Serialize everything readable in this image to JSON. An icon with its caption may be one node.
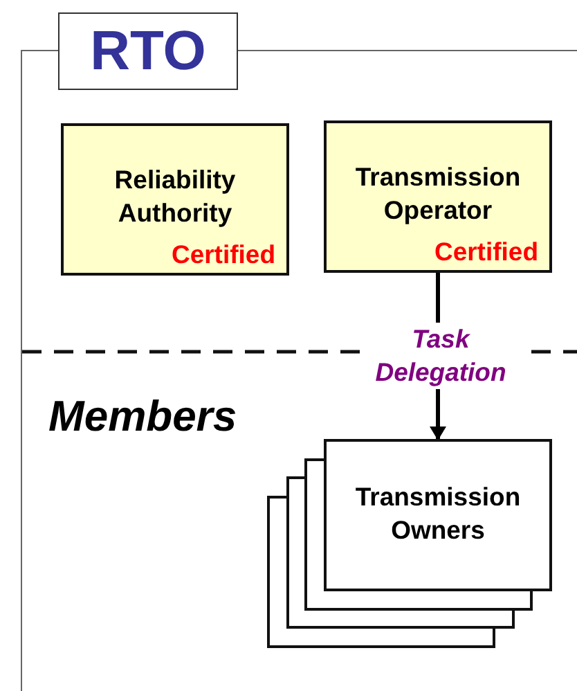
{
  "diagram": {
    "nodes": [
      {
        "text": [
          "RTO"
        ]
      },
      {
        "text": [
          "Reliability Authority",
          "Certified"
        ],
        "in": 0
      },
      {
        "text": [
          "Transmission Operator",
          "Certified"
        ],
        "in": 0
      },
      {
        "text": [
          "Transmission Owners"
        ],
        "in": 0
      }
    ],
    "edges": [
      {
        "from": 2,
        "to": 3,
        "arrow": "to",
        "label": "Task Delegation"
      }
    ],
    "labels": [
      "Members"
    ]
  }
}
